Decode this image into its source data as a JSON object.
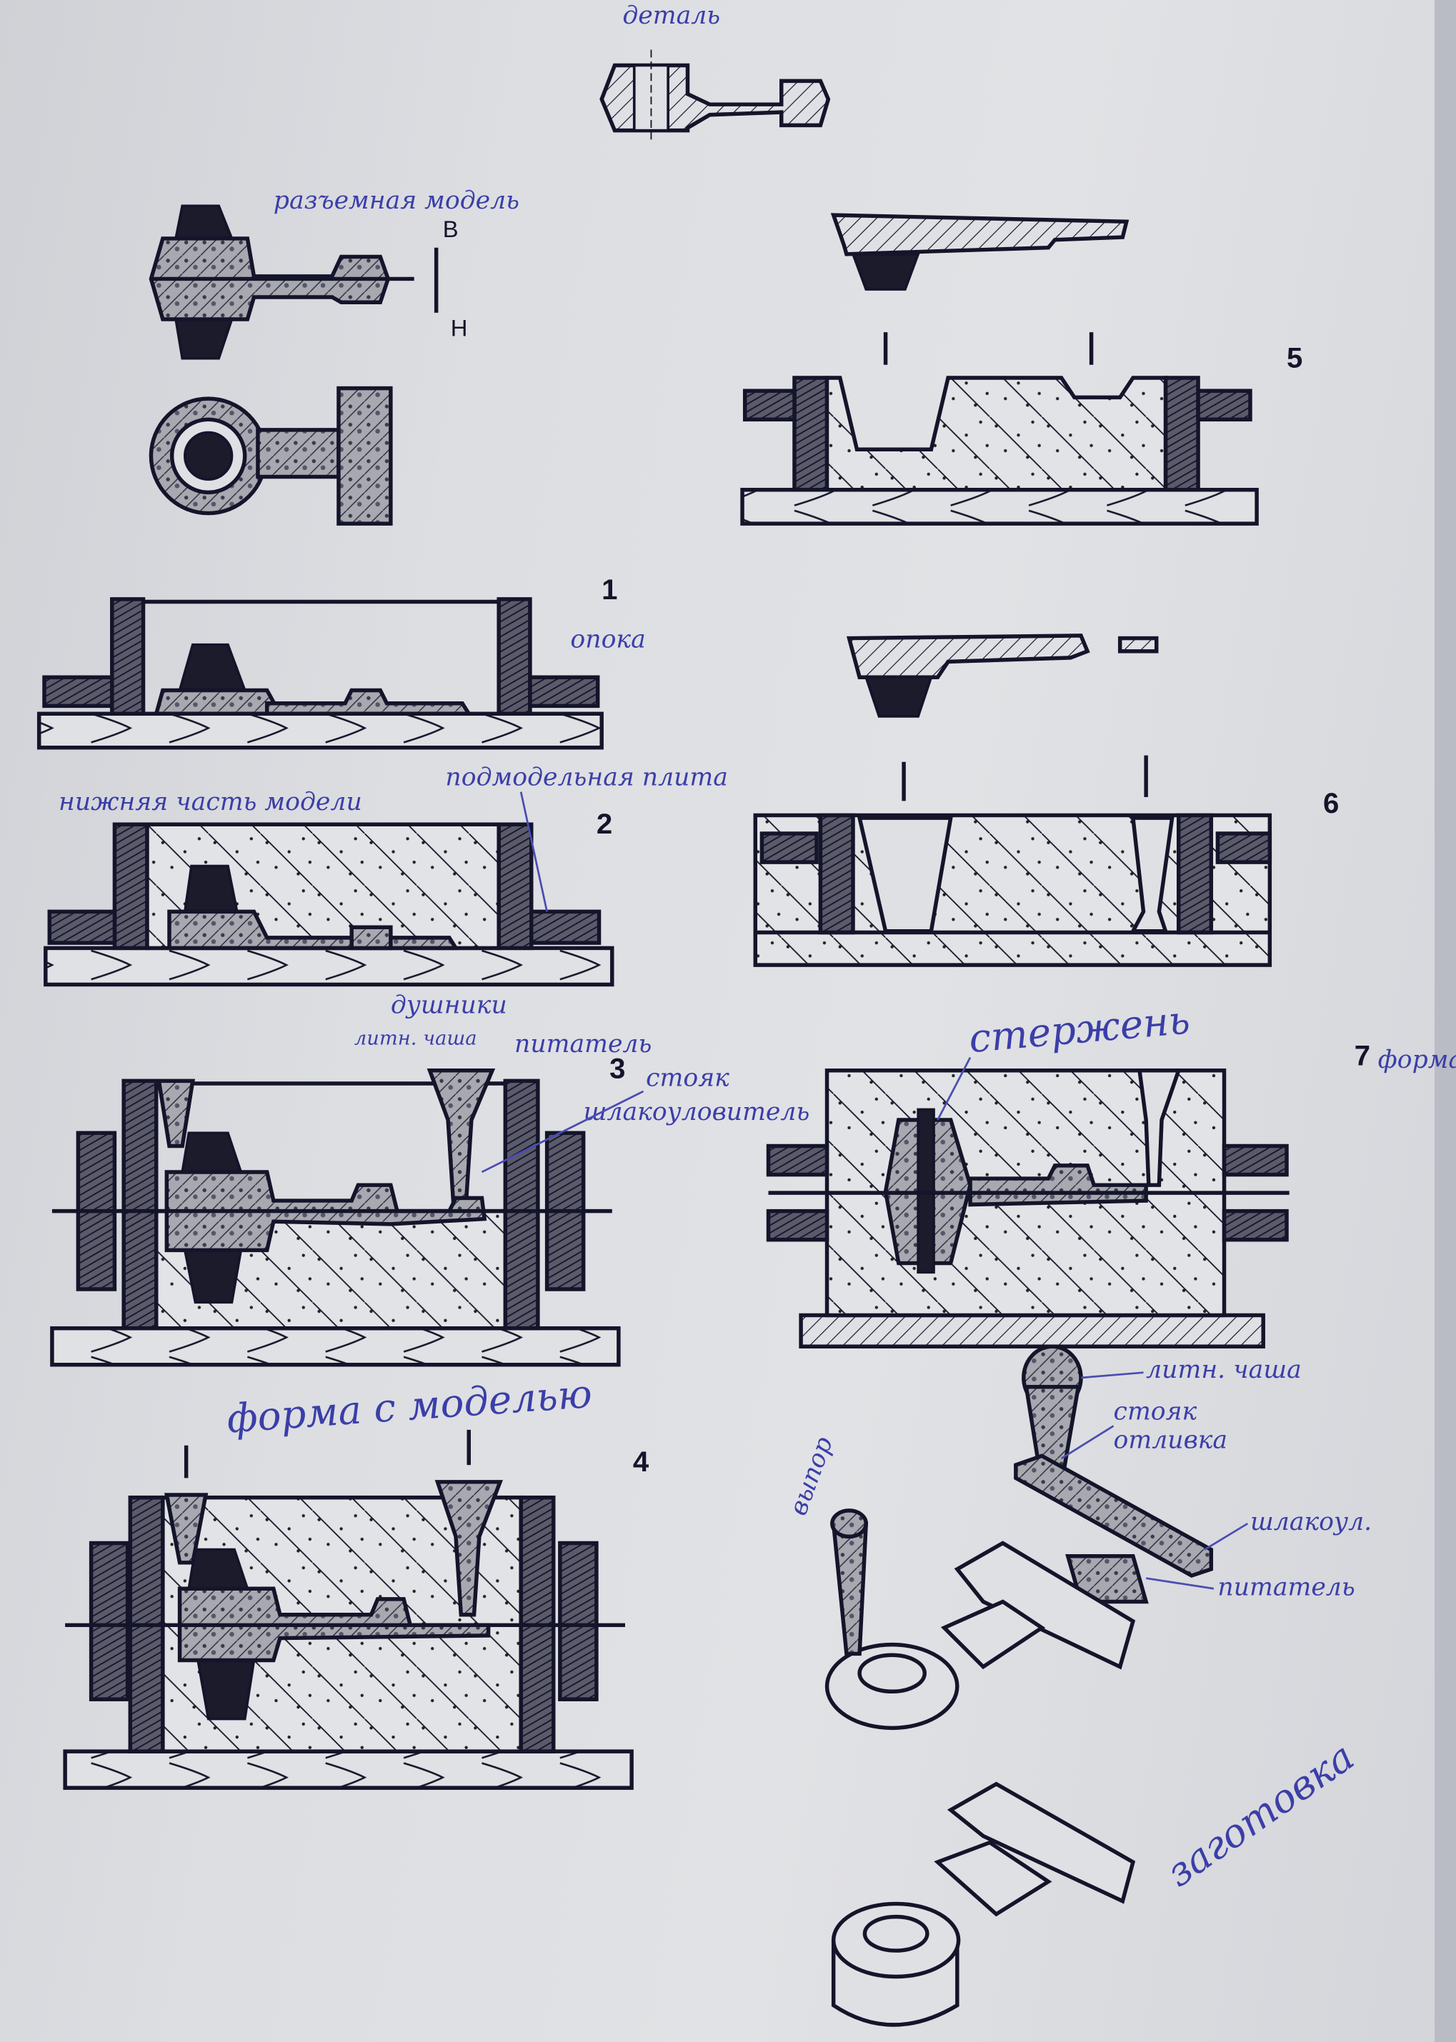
{
  "document": {
    "type": "sand casting process sheet",
    "part_label": "деталь",
    "split_model_label": "разъемная модель",
    "parting_top": "В",
    "parting_bottom": "Н",
    "colors": {
      "ink": "#14142a",
      "handwriting": "#3b3ea8",
      "paper": "#dcdee2"
    }
  },
  "stages": [
    {
      "number": "1",
      "labels": [
        "опока"
      ]
    },
    {
      "number": "2",
      "labels": [
        "нижняя часть модели",
        "подмодельная плита"
      ]
    },
    {
      "number": "3",
      "labels": [
        "душники",
        "литн. чаша",
        "питатель",
        "стояк",
        "шлакоуловитель"
      ]
    },
    {
      "number": "4",
      "labels": [
        "форма с моделью"
      ]
    },
    {
      "number": "5",
      "labels": []
    },
    {
      "number": "6",
      "labels": []
    },
    {
      "number": "7",
      "labels": [
        "форма",
        "стержень"
      ]
    }
  ],
  "gating_system": {
    "labels": [
      "литн. чаша",
      "стояк",
      "отливка",
      "выпор",
      "шлакоул.",
      "питатель"
    ]
  },
  "blank": {
    "label": "заготовка"
  }
}
